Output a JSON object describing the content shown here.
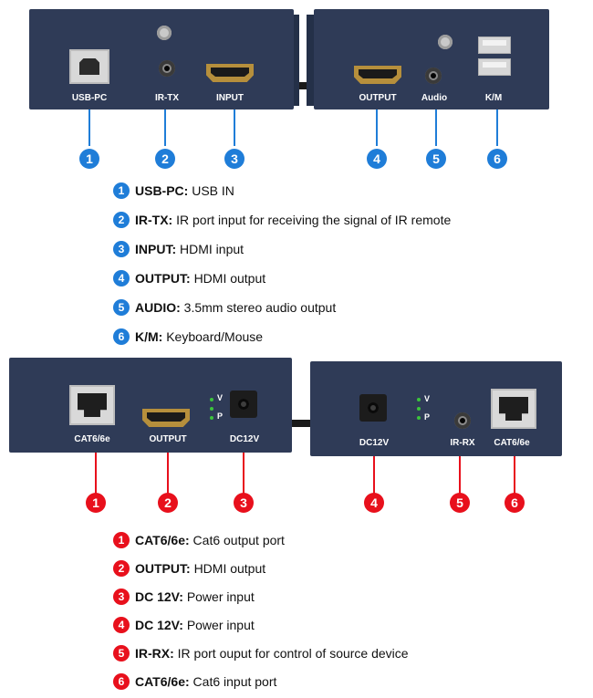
{
  "transmitter": {
    "left_panel_labels": [
      "USB-PC",
      "IR-TX",
      "INPUT"
    ],
    "right_panel_labels": [
      "OUTPUT",
      "Audio",
      "K/M"
    ],
    "markers": [
      "1",
      "2",
      "3",
      "4",
      "5",
      "6"
    ],
    "marker_color": "#1f7dd8"
  },
  "transmitter_list": [
    {
      "num": "1",
      "name": "USB-PC:",
      "desc": "USB IN"
    },
    {
      "num": "2",
      "name": "IR-TX:",
      "desc": "IR port input for receiving the signal of IR remote"
    },
    {
      "num": "3",
      "name": "INPUT:",
      "desc": "HDMI input"
    },
    {
      "num": "4",
      "name": "OUTPUT:",
      "desc": "HDMI output"
    },
    {
      "num": "5",
      "name": "AUDIO:",
      "desc": "3.5mm stereo audio output"
    },
    {
      "num": "6",
      "name": "K/M:",
      "desc": "Keyboard/Mouse"
    }
  ],
  "receiver": {
    "left_panel_labels": [
      "CAT6/6e",
      "OUTPUT",
      "DC12V"
    ],
    "right_panel_labels": [
      "DC12V",
      "IR-RX",
      "CAT6/6e"
    ],
    "led_labels": [
      "V",
      "P"
    ],
    "markers": [
      "1",
      "2",
      "3",
      "4",
      "5",
      "6"
    ],
    "marker_color": "#e8101c"
  },
  "receiver_list": [
    {
      "num": "1",
      "name": "CAT6/6e:",
      "desc": "Cat6 output port"
    },
    {
      "num": "2",
      "name": "OUTPUT:",
      "desc": "HDMI output"
    },
    {
      "num": "3",
      "name": "DC 12V:",
      "desc": "Power input"
    },
    {
      "num": "4",
      "name": "DC 12V:",
      "desc": "Power input"
    },
    {
      "num": "5",
      "name": "IR-RX:",
      "desc": "IR port ouput for control of source device"
    },
    {
      "num": "6",
      "name": "CAT6/6e:",
      "desc": "Cat6 input port"
    }
  ]
}
